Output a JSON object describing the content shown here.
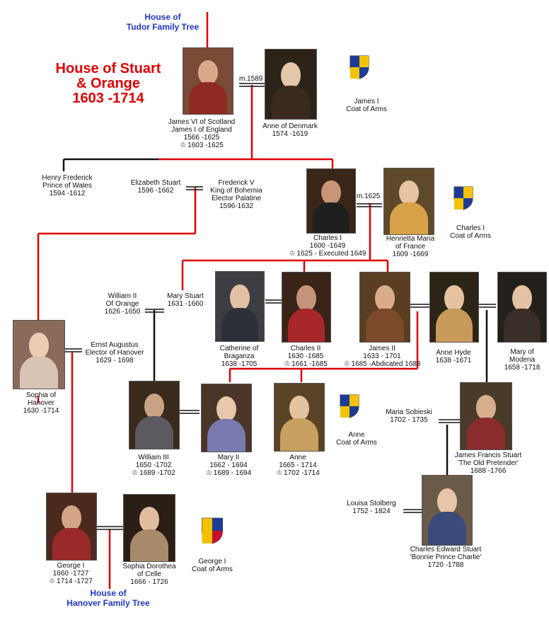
{
  "title": {
    "lines": [
      "House of Stuart",
      "& Orange",
      "1603 -1714"
    ]
  },
  "links": {
    "tudor": [
      "House of",
      "Tudor Family Tree"
    ],
    "hanover": [
      "House of",
      "Hanover Family Tree"
    ]
  },
  "colors": {
    "line_red": "#e00000",
    "line_black": "#111111",
    "title_red": "#e00000",
    "link_blue": "#1f36c8"
  },
  "marriages": {
    "james_anne": "m.1589",
    "charles_henrietta": "m.1625"
  },
  "people": {
    "james_i": [
      "James VI of Scotland",
      "James I of England",
      "1566 -1625",
      "1603 -1625"
    ],
    "anne_denmark": [
      "Anne of Denmark",
      "1574 -1619"
    ],
    "henry_frederick": [
      "Henry Frederick",
      "Prince of Wales",
      "1594 -1612"
    ],
    "elizabeth_stuart": [
      "Elizabeth Stuart",
      "1596 -1662"
    ],
    "frederick_v": [
      "Frederick V",
      "King of Bohemia",
      "Elector Palatine",
      "1596-1632"
    ],
    "charles_i": [
      "Charles I",
      "1600 -1649",
      "1625 - Executed 1649"
    ],
    "henrietta_maria": [
      "Henrietta Maria",
      "of France",
      "1609 -1669"
    ],
    "william_ii": [
      "William II",
      "Of Orange",
      "1626 -1650"
    ],
    "mary_stuart": [
      "Mary Stuart",
      "1631 -1660"
    ],
    "catherine_braganza": [
      "Catherine of",
      "Braganza",
      "1638 -1705"
    ],
    "charles_ii": [
      "Charles II",
      "1630 -1685",
      "1661 -1685"
    ],
    "james_ii": [
      "James II",
      "1633 - 1701",
      "1685 -Abdicated 1688"
    ],
    "anne_hyde": [
      "Anne Hyde",
      "1638 -1671"
    ],
    "mary_modena": [
      "Mary of",
      "Modena",
      "1658 -1718"
    ],
    "sophia_hanover": [
      "Sophia of",
      "Hanover",
      "1630 -1714"
    ],
    "ernst_augustus": [
      "Ernst Augustus",
      "Elector of Hanover",
      "1629 - 1698"
    ],
    "william_iii": [
      "William III",
      "1650 -1702",
      "1689 -1702"
    ],
    "mary_ii": [
      "Mary II",
      "1662 - 1694",
      "1689 - 1694"
    ],
    "anne": [
      "Anne",
      "1665 - 1714",
      "1702  -1714"
    ],
    "maria_sobieski": [
      "Maria Sobieski",
      "1702 - 1735"
    ],
    "james_francis": [
      "James Francis Stuart",
      "'The Old Pretender'",
      "1688 -1766"
    ],
    "louisa_stolberg": [
      "Louisa Stolberg",
      "1752 - 1824"
    ],
    "charles_edward": [
      "Charles Edward Stuart",
      "'Bonnie Prince Charlie'",
      "1720 -1788"
    ],
    "george_i": [
      "George I",
      "1660 -1727",
      "1714 -1727"
    ],
    "sophia_dorothea": [
      "Sophia Dorothea",
      "of Celle",
      "1666 - 1726"
    ]
  },
  "coats_of_arms": {
    "james_i": [
      "James I",
      "Coat of Arms"
    ],
    "charles_i": [
      "Charles I",
      "Coat of Arms"
    ],
    "anne": [
      "Anne",
      "Coat of Arms"
    ],
    "george_i": [
      "George I",
      "Coat of Arms"
    ]
  },
  "icons": {
    "crown": "crown-icon",
    "coat": "coat-of-arms-icon",
    "portrait": "portrait-icon"
  }
}
